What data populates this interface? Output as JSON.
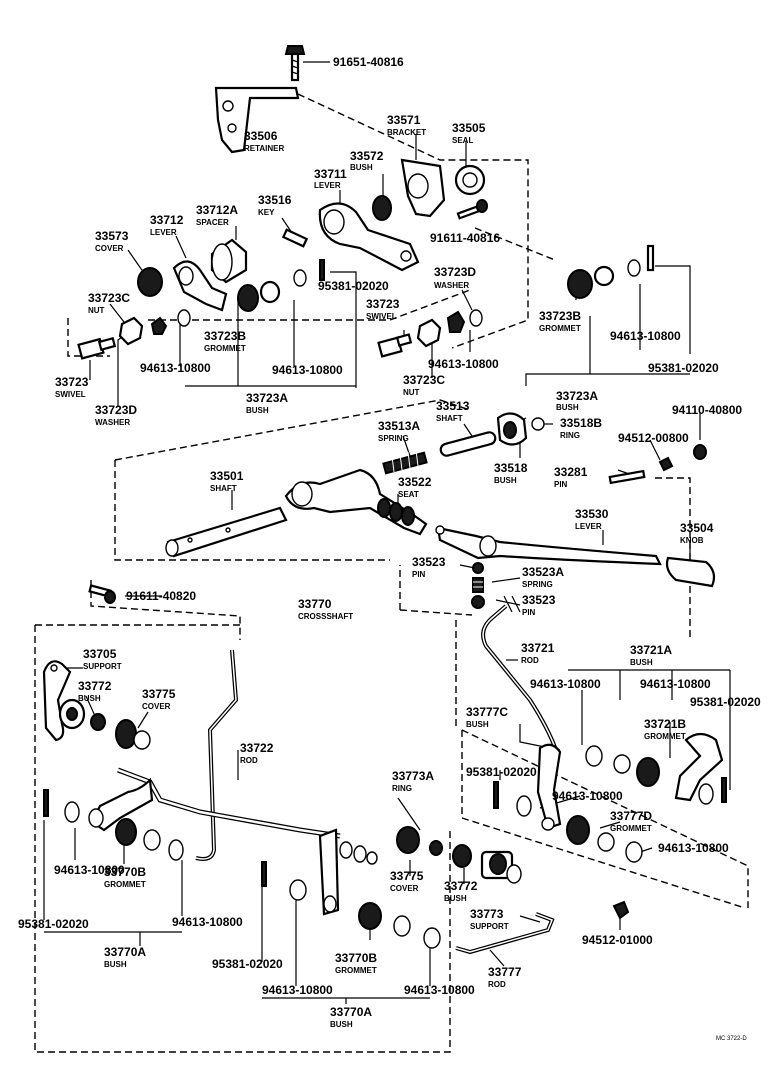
{
  "diagram_code": "MC 3722-D",
  "labels": [
    {
      "id": "l01",
      "num": "91651-40816",
      "name": ""
    },
    {
      "id": "l02",
      "num": "33506",
      "name": "RETAINER"
    },
    {
      "id": "l03",
      "num": "33571",
      "name": "BRACKET"
    },
    {
      "id": "l04",
      "num": "33505",
      "name": "SEAL"
    },
    {
      "id": "l05",
      "num": "33572",
      "name": "BUSH"
    },
    {
      "id": "l06",
      "num": "33711",
      "name": "LEVER"
    },
    {
      "id": "l07",
      "num": "33712A",
      "name": "SPACER"
    },
    {
      "id": "l08",
      "num": "33712",
      "name": "LEVER"
    },
    {
      "id": "l09",
      "num": "33516",
      "name": "KEY"
    },
    {
      "id": "l10",
      "num": "91611-40816",
      "name": ""
    },
    {
      "id": "l11",
      "num": "33573",
      "name": "COVER"
    },
    {
      "id": "l12",
      "num": "95381-02020",
      "name": ""
    },
    {
      "id": "l13",
      "num": "33723D",
      "name": "WASHER"
    },
    {
      "id": "l14",
      "num": "33723C",
      "name": "NUT"
    },
    {
      "id": "l15",
      "num": "33723",
      "name": "SWIVEL"
    },
    {
      "id": "l16",
      "num": "33723B",
      "name": "GROMMET"
    },
    {
      "id": "l17",
      "num": "33723B",
      "name": "GROMMET"
    },
    {
      "id": "l18",
      "num": "94613-10800",
      "name": ""
    },
    {
      "id": "l19",
      "num": "94613-10800",
      "name": ""
    },
    {
      "id": "l20",
      "num": "94613-10800",
      "name": ""
    },
    {
      "id": "l21",
      "num": "94613-10800",
      "name": ""
    },
    {
      "id": "l22",
      "num": "95381-02020",
      "name": ""
    },
    {
      "id": "l23",
      "num": "33723",
      "name": "SWIVEL"
    },
    {
      "id": "l24",
      "num": "33723C",
      "name": "NUT"
    },
    {
      "id": "l25",
      "num": "33723A",
      "name": "BUSH"
    },
    {
      "id": "l26",
      "num": "33723A",
      "name": "BUSH"
    },
    {
      "id": "l27",
      "num": "33723D",
      "name": "WASHER"
    },
    {
      "id": "l28",
      "num": "33513",
      "name": "SHAFT"
    },
    {
      "id": "l29",
      "num": "33513A",
      "name": "SPRING"
    },
    {
      "id": "l30",
      "num": "33518B",
      "name": "RING"
    },
    {
      "id": "l31",
      "num": "94110-40800",
      "name": ""
    },
    {
      "id": "l32",
      "num": "94512-00800",
      "name": ""
    },
    {
      "id": "l33",
      "num": "33518",
      "name": "BUSH"
    },
    {
      "id": "l34",
      "num": "33281",
      "name": "PIN"
    },
    {
      "id": "l35",
      "num": "33501",
      "name": "SHAFT"
    },
    {
      "id": "l36",
      "num": "33522",
      "name": "SEAT"
    },
    {
      "id": "l37",
      "num": "33530",
      "name": "LEVER"
    },
    {
      "id": "l38",
      "num": "33504",
      "name": "KNOB"
    },
    {
      "id": "l39",
      "num": "33523",
      "name": "PIN"
    },
    {
      "id": "l40",
      "num": "33523A",
      "name": "SPRING"
    },
    {
      "id": "l41",
      "num": "33523",
      "name": "PIN"
    },
    {
      "id": "l42",
      "num": "91611-40820",
      "name": ""
    },
    {
      "id": "l43",
      "num": "33770",
      "name": "CROSSSHAFT"
    },
    {
      "id": "l44",
      "num": "33705",
      "name": "SUPPORT"
    },
    {
      "id": "l45",
      "num": "33721",
      "name": "ROD"
    },
    {
      "id": "l46",
      "num": "33721A",
      "name": "BUSH"
    },
    {
      "id": "l47",
      "num": "33772",
      "name": "BUSH"
    },
    {
      "id": "l48",
      "num": "33775",
      "name": "COVER"
    },
    {
      "id": "l49",
      "num": "94613-10800",
      "name": ""
    },
    {
      "id": "l50",
      "num": "94613-10800",
      "name": ""
    },
    {
      "id": "l51",
      "num": "95381-02020",
      "name": ""
    },
    {
      "id": "l52",
      "num": "33777C",
      "name": "BUSH"
    },
    {
      "id": "l53",
      "num": "33721B",
      "name": "GROMMET"
    },
    {
      "id": "l54",
      "num": "33722",
      "name": "ROD"
    },
    {
      "id": "l55",
      "num": "95381-02020",
      "name": ""
    },
    {
      "id": "l56",
      "num": "94613-10800",
      "name": ""
    },
    {
      "id": "l57",
      "num": "33773A",
      "name": "RING"
    },
    {
      "id": "l58",
      "num": "33777D",
      "name": "GROMMET"
    },
    {
      "id": "l59",
      "num": "94613-10800",
      "name": ""
    },
    {
      "id": "l60",
      "num": "94613-10800",
      "name": ""
    },
    {
      "id": "l61",
      "num": "33770B",
      "name": "GROMMET"
    },
    {
      "id": "l62",
      "num": "33775",
      "name": "COVER"
    },
    {
      "id": "l63",
      "num": "33772",
      "name": "BUSH"
    },
    {
      "id": "l64",
      "num": "95381-02020",
      "name": ""
    },
    {
      "id": "l65",
      "num": "94613-10800",
      "name": ""
    },
    {
      "id": "l66",
      "num": "33770A",
      "name": "BUSH"
    },
    {
      "id": "l67",
      "num": "33773",
      "name": "SUPPORT"
    },
    {
      "id": "l68",
      "num": "94512-01000",
      "name": ""
    },
    {
      "id": "l69",
      "num": "95381-02020",
      "name": ""
    },
    {
      "id": "l70",
      "num": "33770B",
      "name": "GROMMET"
    },
    {
      "id": "l71",
      "num": "94613-10800",
      "name": ""
    },
    {
      "id": "l72",
      "num": "94613-10800",
      "name": ""
    },
    {
      "id": "l73",
      "num": "33777",
      "name": "ROD"
    },
    {
      "id": "l74",
      "num": "33770A",
      "name": "BUSH"
    }
  ]
}
